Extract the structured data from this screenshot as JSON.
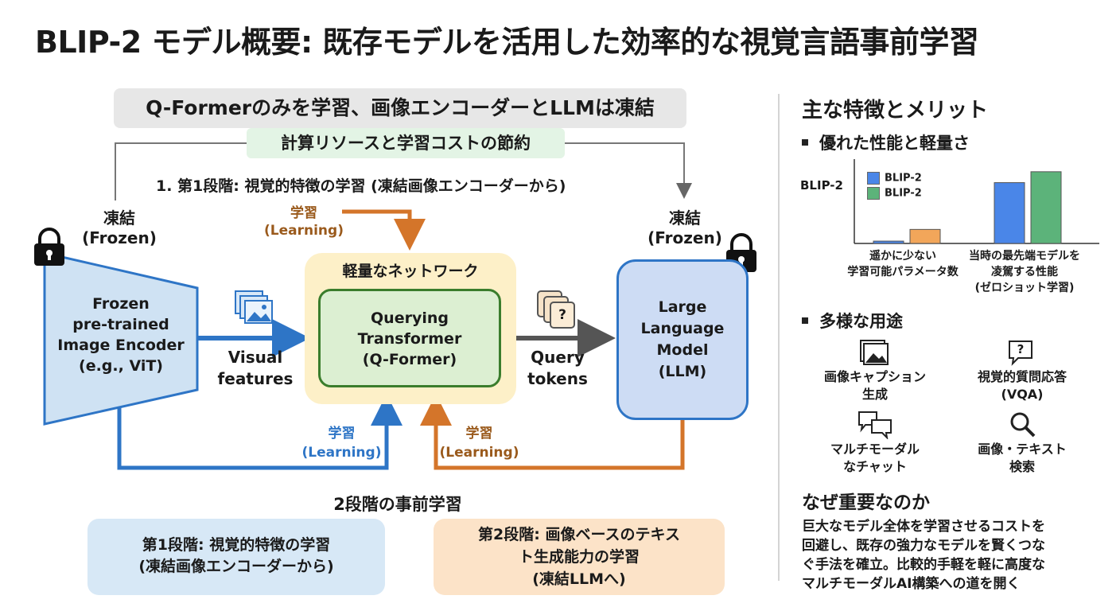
{
  "title": "BLIP-2 モデル概要: 既存モデルを活用した効率的な視覚言語事前学習",
  "diagram": {
    "banner": "Q-Formerのみを学習、画像エンコーダーとLLMは凍結",
    "sub_banner": "計算リソースと学習コストの節約",
    "stage1_label": "1. 第1段階: 視覚的特徴の学習 (凍結画像エンコーダーから)",
    "frozen_left": [
      "凍結",
      "(Frozen)"
    ],
    "frozen_right": [
      "凍結",
      "(Frozen)"
    ],
    "learning_top": [
      "学習",
      "(Learning)"
    ],
    "learning_left": [
      "学習",
      "(Learning)"
    ],
    "learning_right": [
      "学習",
      "(Learning)"
    ],
    "encoder_lines": [
      "Frozen",
      "pre-trained",
      "Image Encoder",
      "(e.g., ViT)"
    ],
    "visual_features": [
      "Visual",
      "features"
    ],
    "light_network": "軽量なネットワーク",
    "qformer_lines": [
      "Querying",
      "Transformer",
      "(Q-Former)"
    ],
    "query_tokens": [
      "Query",
      "tokens"
    ],
    "query_icon_glyph": "?",
    "llm_lines": [
      "Large",
      "Language",
      "Model",
      "(LLM)"
    ],
    "two_stage_title": "2段階の事前学習",
    "stage1_box": [
      "第1段階: 視覚的特徴の学習",
      "(凍結画像エンコーダーから)"
    ],
    "stage2_box": [
      "第2段階: 画像ベースのテキス",
      "ト生成能力の学習",
      "(凍結LLMへ)"
    ]
  },
  "panel": {
    "heading": "主な特徴とメリット",
    "bullet1": "優れた性能と軽量さ",
    "chart_ylabel": "BLIP-2",
    "legend": [
      "BLIP-2",
      "BLIP-2"
    ],
    "chart_cat1": [
      "遥かに少ない",
      "学習可能パラメータ数"
    ],
    "chart_cat2": [
      "当時の最先端モデルを",
      "凌駕する性能",
      "(ゼロショット学習)"
    ],
    "bullet2": "多様な用途",
    "uses": [
      {
        "lines": [
          "画像キャプション",
          "生成"
        ],
        "icon": "image-icon"
      },
      {
        "lines": [
          "視覚的質問応答",
          "(VQA)"
        ],
        "icon": "question-bubble-icon"
      },
      {
        "lines": [
          "マルチモーダル",
          "なチャット"
        ],
        "icon": "chat-bubbles-icon"
      },
      {
        "lines": [
          "画像・テキスト",
          "検索"
        ],
        "icon": "search-icon"
      }
    ],
    "question_glyph": "?",
    "why_heading": "なぜ重要なのか",
    "why_text": [
      "巨大なモデル全体を学習させるコストを",
      "回避し、既存の強力なモデルを賢くつな",
      "ぐ手法を確立。比較的手軽を軽に高度な",
      "マルチモーダルAI構築への道を開く"
    ]
  },
  "colors": {
    "blue": "#2e75c6",
    "orange": "#d4752a",
    "learning_text": "#9a5a1c",
    "encoder_fill": "#cfe2f3",
    "qformer_fill": "#dcefd2",
    "network_fill": "#fdf0c8",
    "llm_fill": "#cddcf4",
    "bar_blue": "#4a86e8",
    "bar_orange": "#f2a65a",
    "bar_green": "#5cb37a"
  },
  "chart_data": {
    "type": "bar",
    "categories": [
      "遥かに少ない学習可能パラメータ数",
      "当時の最先端モデルを凌駕する性能(ゼロショット学習)"
    ],
    "series": [
      {
        "name": "BLIP-2",
        "values": [
          0.3,
          7.8
        ]
      },
      {
        "name": "BLIP-2",
        "values": [
          1.8,
          9.2
        ]
      }
    ],
    "ylabel": "BLIP-2",
    "ylim": [
      0,
      10
    ]
  }
}
